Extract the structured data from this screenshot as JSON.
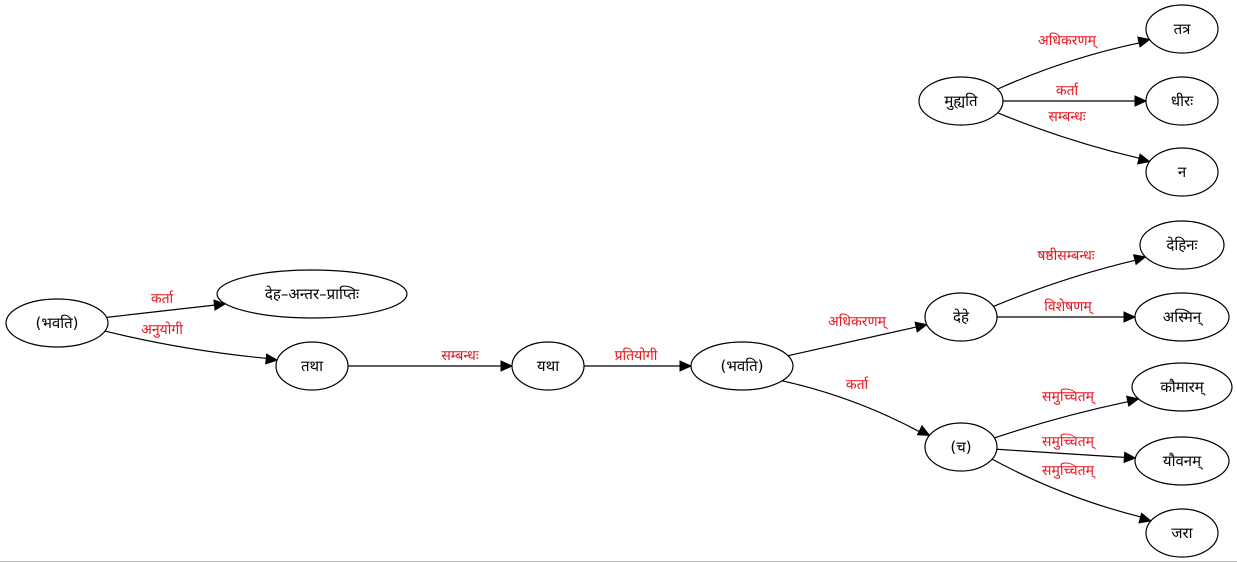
{
  "colors": {
    "node_border": "#000000",
    "edge": "#000000",
    "edge_label": "#e8141e",
    "background": "#ffffff"
  },
  "nodes": [
    {
      "id": "bhavati1",
      "label": "(भवति)"
    },
    {
      "id": "deha",
      "label": "देह–अन्तर–प्राप्तिः"
    },
    {
      "id": "tatha",
      "label": "तथा"
    },
    {
      "id": "yatha",
      "label": "यथा"
    },
    {
      "id": "bhavati2",
      "label": "(भवति)"
    },
    {
      "id": "dehe",
      "label": "देहे"
    },
    {
      "id": "ca",
      "label": "(च)"
    },
    {
      "id": "dehinah",
      "label": "देहिनः"
    },
    {
      "id": "asmin",
      "label": "अस्मिन्"
    },
    {
      "id": "kaumaram",
      "label": "कौमारम्"
    },
    {
      "id": "yauvanam",
      "label": "यौवनम्"
    },
    {
      "id": "jara",
      "label": "जरा"
    },
    {
      "id": "muhyati",
      "label": "मुह्यति"
    },
    {
      "id": "tatra",
      "label": "तत्र"
    },
    {
      "id": "dhirah",
      "label": "धीरः"
    },
    {
      "id": "na",
      "label": "न"
    }
  ],
  "edges": [
    {
      "from": "bhavati1",
      "to": "deha",
      "label": "कर्ता"
    },
    {
      "from": "bhavati1",
      "to": "tatha",
      "label": "अनुयोगी"
    },
    {
      "from": "tatha",
      "to": "yatha",
      "label": "सम्बन्धः"
    },
    {
      "from": "yatha",
      "to": "bhavati2",
      "label": "प्रतियोगी"
    },
    {
      "from": "bhavati2",
      "to": "dehe",
      "label": "अधिकरणम्"
    },
    {
      "from": "bhavati2",
      "to": "ca",
      "label": "कर्ता"
    },
    {
      "from": "dehe",
      "to": "dehinah",
      "label": "षष्ठीसम्बन्धः"
    },
    {
      "from": "dehe",
      "to": "asmin",
      "label": "विशेषणम्"
    },
    {
      "from": "ca",
      "to": "kaumaram",
      "label": "समुच्चितम्"
    },
    {
      "from": "ca",
      "to": "yauvanam",
      "label": "समुच्चितम्"
    },
    {
      "from": "ca",
      "to": "jara",
      "label": "समुच्चितम्"
    },
    {
      "from": "muhyati",
      "to": "tatra",
      "label": "अधिकरणम्"
    },
    {
      "from": "muhyati",
      "to": "dhirah",
      "label": "कर्ता"
    },
    {
      "from": "muhyati",
      "to": "na",
      "label": "सम्बन्धः"
    }
  ]
}
